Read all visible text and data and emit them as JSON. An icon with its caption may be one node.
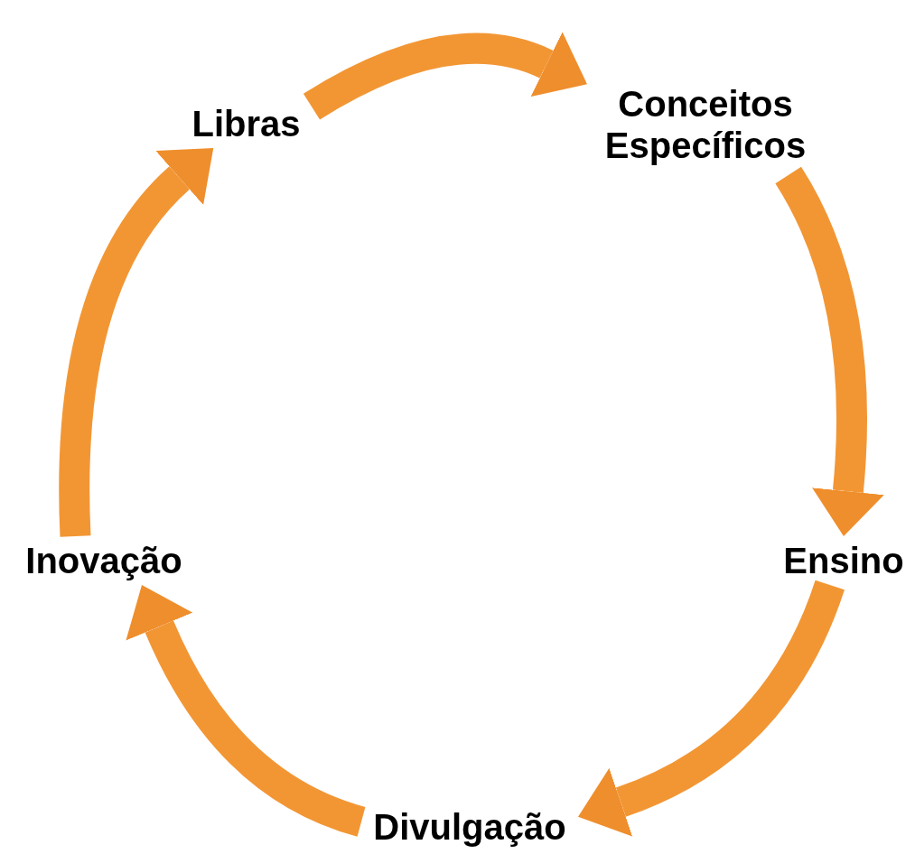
{
  "diagram": {
    "nodes": [
      {
        "text": [
          "Libras"
        ]
      },
      {
        "text": [
          "Conceitos Específicos"
        ]
      },
      {
        "text": [
          "Ensino"
        ]
      },
      {
        "text": [
          "Divulgação"
        ]
      },
      {
        "text": [
          "Inovação"
        ]
      }
    ],
    "edges": [
      {
        "from": 0,
        "to": 1,
        "arrow": "to"
      },
      {
        "from": 1,
        "to": 2,
        "arrow": "to"
      },
      {
        "from": 2,
        "to": 3,
        "arrow": "to"
      },
      {
        "from": 3,
        "to": 4,
        "arrow": "to"
      },
      {
        "from": 4,
        "to": 0,
        "arrow": "to"
      }
    ]
  }
}
